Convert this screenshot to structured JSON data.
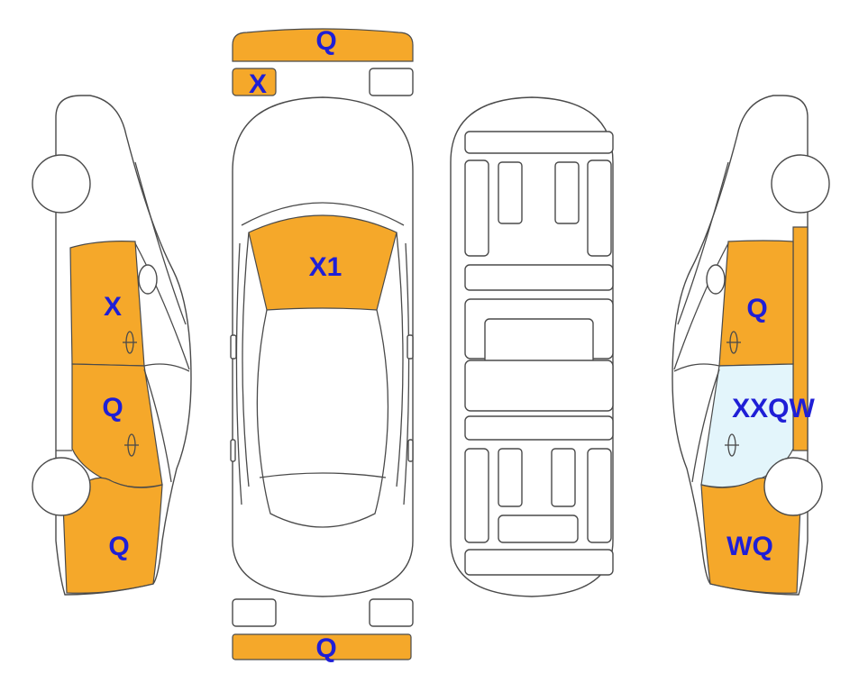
{
  "colors": {
    "damage_fill": "#f5a82a",
    "glass_damage_fill": "#e3f5fb",
    "label_text": "#1f1fd6",
    "outline": "#4a4a4a"
  },
  "labels": {
    "front_bumper": "Q",
    "front_left_lamp": "X",
    "windshield": "X1",
    "rear_bumper": "Q",
    "left_front_door": "X",
    "left_rear_door": "Q",
    "left_rear_quarter": "Q",
    "right_front_door": "Q",
    "right_rear_door": "XXQW",
    "right_rear_quarter": "WQ"
  }
}
